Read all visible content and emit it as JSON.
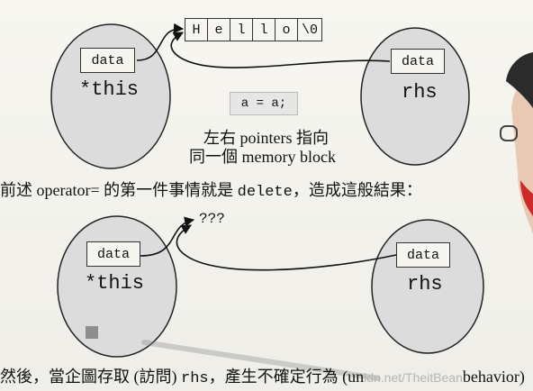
{
  "top_diagram": {
    "left_data_label": "data",
    "left_object_label": "*this",
    "right_data_label": "data",
    "right_object_label": "rhs",
    "memory_chars": [
      "H",
      "e",
      "l",
      "l",
      "o",
      "\\0"
    ],
    "code_box": "a = a;",
    "caption_line1": "左右 pointers 指向",
    "caption_line2": "同一個 memory block"
  },
  "middle_text": {
    "prefix": "前述 operator= 的第一件事情就是 ",
    "code": "delete",
    "suffix": "，造成這般結果："
  },
  "bottom_diagram": {
    "dangling_label": "???",
    "left_data_label": "data",
    "left_object_label": "*this",
    "right_data_label": "data",
    "right_object_label": "rhs"
  },
  "footer_text": {
    "prefix": "然後，當企圖存取 (訪問) ",
    "code": "rhs",
    "suffix": "，產生不確定行為 (un",
    "watermark": "ldn.net/TheitBean",
    "tail": "behavior)"
  },
  "colors": {
    "ellipse_fill": "#dcdcdc",
    "ellipse_stroke": "#222222",
    "background": "#f4f3ee",
    "text": "#111111"
  }
}
